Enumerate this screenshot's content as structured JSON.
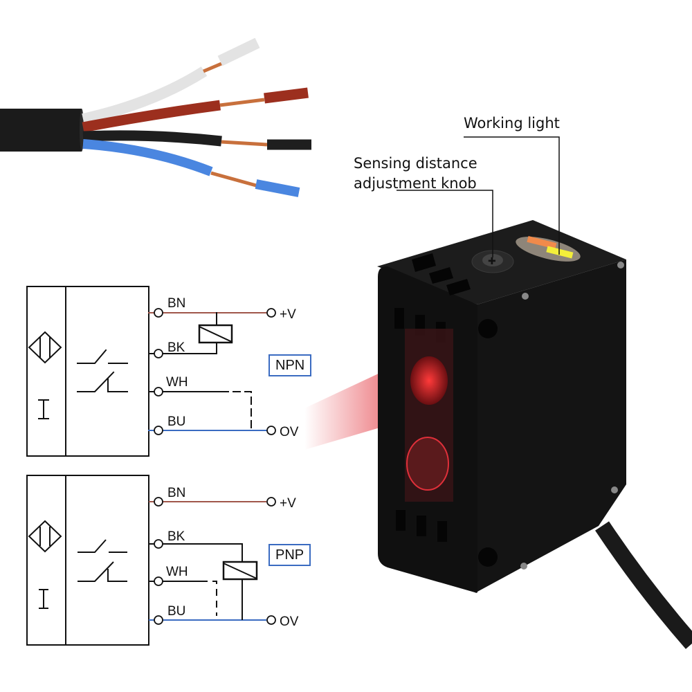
{
  "callouts": {
    "working_light": "Working light",
    "knob_line1": "Sensing distance",
    "knob_line2": "adjustment knob"
  },
  "cable": {
    "wire_colors": {
      "white": "#e6e6e6",
      "brown": "#9c2f1e",
      "black": "#1e1e1e",
      "blue": "#4a86e0",
      "copper": "#c8703c",
      "jacket": "#1b1b1b"
    }
  },
  "diagrams": [
    {
      "type_label": "NPN",
      "wires": [
        {
          "code": "BN",
          "terminal": "+V",
          "color": "#a0564a"
        },
        {
          "code": "BK",
          "terminal": "",
          "color": "#111111"
        },
        {
          "code": "WH",
          "terminal": "",
          "color": "#111111"
        },
        {
          "code": "BU",
          "terminal": "OV",
          "color": "#3a6bc1"
        }
      ]
    },
    {
      "type_label": "PNP",
      "wires": [
        {
          "code": "BN",
          "terminal": "+V",
          "color": "#a0564a"
        },
        {
          "code": "BK",
          "terminal": "",
          "color": "#111111"
        },
        {
          "code": "WH",
          "terminal": "",
          "color": "#111111"
        },
        {
          "code": "BU",
          "terminal": "OV",
          "color": "#3a6bc1"
        }
      ]
    }
  ],
  "colors": {
    "tag_border": "#3a6bc1",
    "laser": "#e0202a",
    "indicator_orange": "#f08a4b",
    "indicator_yellow": "#f3ee3a"
  }
}
